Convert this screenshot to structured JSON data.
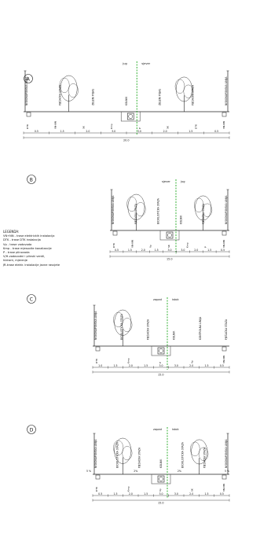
{
  "sections": [
    {
      "letter": "A",
      "labels": [
        "NISKONAPONSKA LINIJA",
        "PJEŠAČKA STAZA",
        "ZELENI POJAS",
        "KOLNIK",
        "ZELENI POJAS",
        "PJEŠAČKA STAZA",
        "NISKONAPONSKA LINIJA"
      ],
      "directions": [
        "jug",
        "sjever"
      ],
      "utilities": [
        "DTK",
        "VN-NN",
        "SK",
        "Kmp",
        "P",
        "SK",
        "DTK",
        "VN-NN"
      ],
      "dims": [
        "0.5",
        "1.5",
        "2.0",
        "3.0",
        "3.0",
        "2.0",
        "1.5",
        "0.5"
      ],
      "total": "20.0"
    },
    {
      "letter": "B",
      "labels": [
        "NISKONAPONSKA LINIJA",
        "PJEŠAČKA STAZA",
        "BICIKLISTIČKA STAZA",
        "KOLNIK",
        "PJEŠAČKA STAZA",
        "NISKONAPONSKA LINIJA"
      ],
      "directions": [
        "sjever",
        "jug"
      ],
      "utilities": [
        "DTK",
        "VN-NN",
        "Vp",
        "SK",
        "Kmp",
        "P",
        "VN-NN"
      ],
      "dims": [
        "0.5",
        "1.5",
        "2.0",
        "1.5",
        "3.0",
        "3.0",
        "2.0",
        "1.5",
        "0.5"
      ],
      "total": "15.0"
    },
    {
      "letter": "C",
      "labels": [
        "NISKONAPONSKA LINIJA",
        "BICIKLISTIČKA STAZA",
        "PJEŠAČKA STAZA",
        "KOLNIK",
        "KONTROLNA LINIJA",
        "PJEŠAČKA STAZA"
      ],
      "directions": [
        "zapad",
        "istok"
      ],
      "utilities": [
        "DTK",
        "Kmp",
        "P",
        "Vp",
        "VN-NN"
      ],
      "dims": [
        "1.0",
        "1.5",
        "2.0",
        "1.5",
        "3.0",
        "3.0",
        "2.0",
        "1.5",
        "0.5"
      ],
      "total": "15.0"
    },
    {
      "letter": "D",
      "labels": [
        "NISKONAPONSKA LINIJA",
        "BICIKLISTIČKA STAZA",
        "PJEŠAČKA STAZA",
        "KOLNIK",
        "BICIKLISTIČKA STAZA",
        "PJEŠAČKA STAZA",
        "NISKONAPONSKA LINIJA"
      ],
      "directions": [
        "zapad",
        "istok"
      ],
      "utilities": [
        "DTK",
        "Kmp",
        "Vp",
        "SK",
        "VN-NN"
      ],
      "slopes": [
        "5 %",
        "2%",
        "2%",
        "5 %"
      ],
      "dims": [
        "0.5",
        "1.5",
        "2.0",
        "1.5",
        "3.0",
        "3.0",
        "2.0",
        "1.5",
        "0.5"
      ],
      "total": "15.0"
    }
  ],
  "legend": {
    "title": "LEGENDA:",
    "items": [
      "VN+NN - trase elektrickih instalacija",
      "DTK - trase DTK instalacija",
      "Vp - trase vodovoda",
      "Kmp - trase mjesovite kanalizacije",
      "P - trase plinovoda",
      "V/H-vodovodni i plinski ventil,",
      "hidrant, mjerenje",
      "JR-trase elektr. instalacije javne rasvjete"
    ]
  },
  "colors": {
    "line": "#222222",
    "axis_green": "#22aa22",
    "road": "#555555"
  }
}
